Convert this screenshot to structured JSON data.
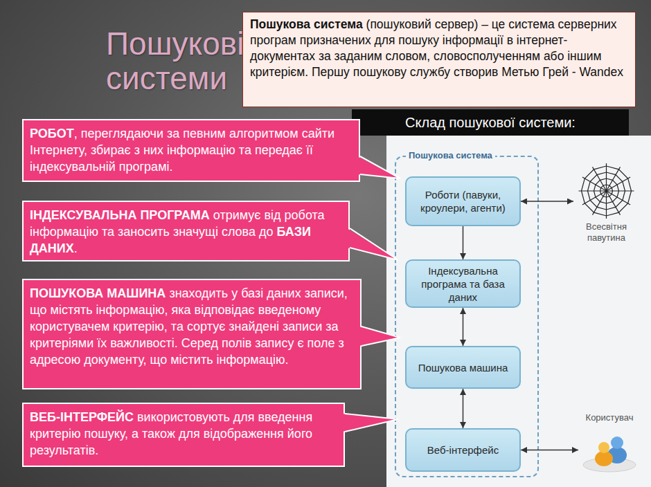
{
  "diagram": {
    "title": "Пошукові системи",
    "nodes": [
      {
        "text": [
          "Пошукова система",
          "(пошуковий сервер) – це система серверних програм призначених для пошуку інформації в інтернет-документах за заданим словом, словосполученням або іншим критерієм. Першу пошукову службу створив Метью Грей - Wandex"
        ]
      },
      {
        "text": [
          "Склад пошукової системи:"
        ]
      },
      {
        "text": [
          "РОБОТ",
          ", переглядаючи за певним алгоритмом сайти Інтернету, збирає з них інформацію та передає її індексувальній програмі."
        ]
      },
      {
        "text": [
          "ІНДЕКСУВАЛЬНА ПРОГРАМА",
          "отримує від робота інформацію та заносить значущі слова до",
          "БАЗИ ДАНИХ",
          "."
        ]
      },
      {
        "text": [
          "ПОШУКОВА МАШИНА",
          "знаходить у базі даних записи, що містять інформацію, яка відповідає введеному користувачем критерію, та сортує знайдені записи за критеріями їх важливості. Серед полів запису є поле з адресою документу, що містить інформацію."
        ]
      },
      {
        "text": [
          "ВЕБ-ІНТЕРФЕЙС",
          "використовують для введення критерію пошуку, а також для відображення його результатів."
        ]
      },
      {
        "text": [
          "Пошукова система"
        ]
      },
      {
        "text": [
          "Роботи (павуки, кроулери, агенти)"
        ],
        "in": 6
      },
      {
        "text": [
          "Індексувальна програма та база даних"
        ],
        "in": 6
      },
      {
        "text": [
          "Пошукова машина"
        ],
        "in": 6
      },
      {
        "text": [
          "Веб-інтерфейс"
        ],
        "in": 6
      },
      {
        "text": [
          "Всесвітня павутина"
        ]
      },
      {
        "text": [
          "Користувач"
        ]
      }
    ],
    "edges": [
      {
        "from": 7,
        "to": 8,
        "arrow": "to"
      },
      {
        "from": 8,
        "to": 9,
        "arrow": "both"
      },
      {
        "from": 9,
        "to": 10,
        "arrow": "both"
      },
      {
        "from": 7,
        "to": 11,
        "arrow": "both"
      },
      {
        "from": 10,
        "to": 12,
        "arrow": "both"
      }
    ]
  }
}
